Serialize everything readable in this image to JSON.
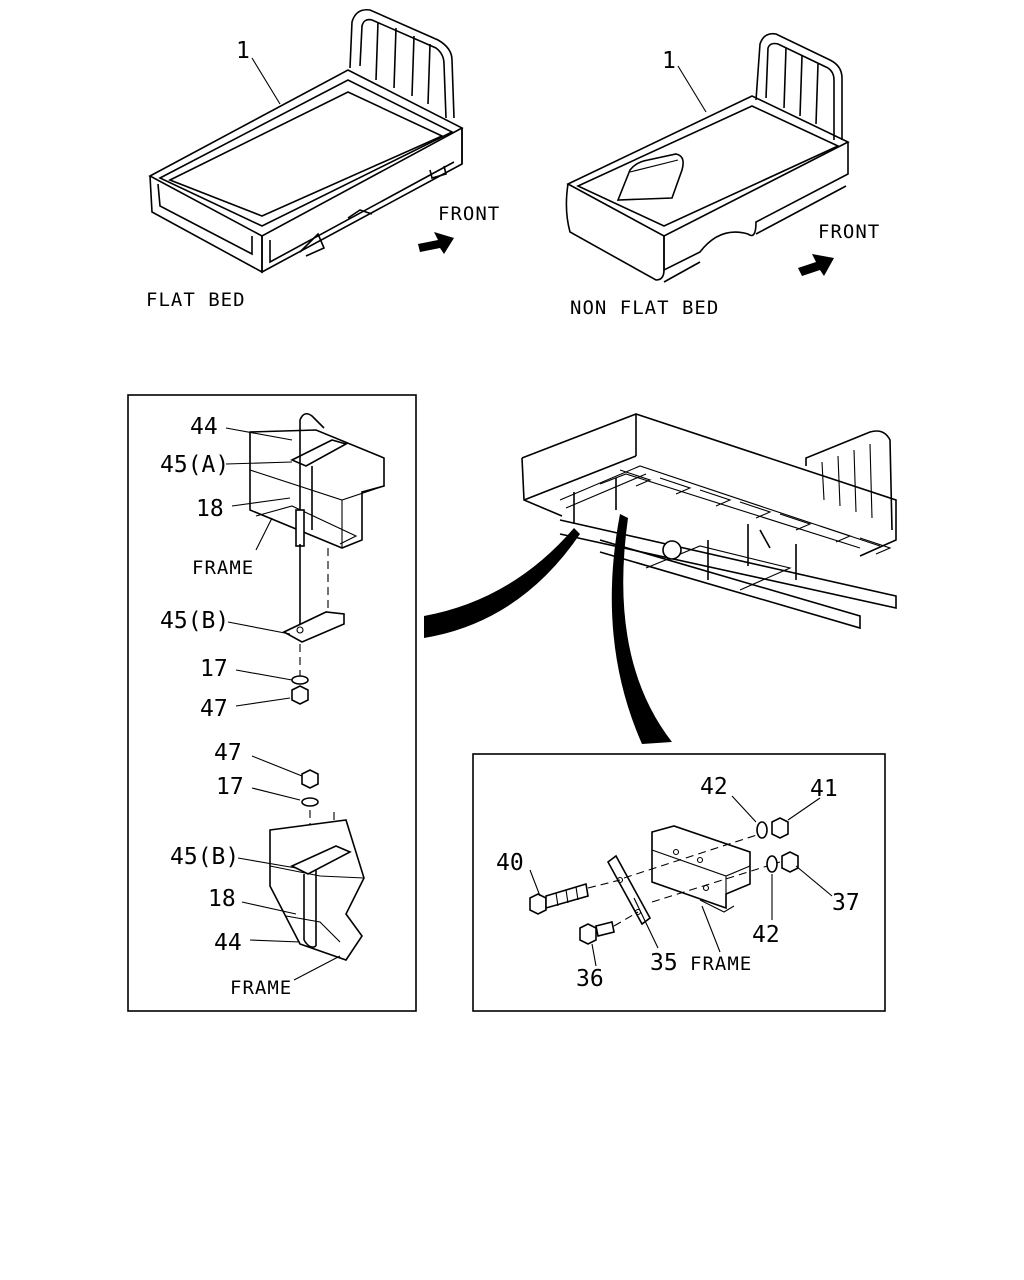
{
  "overview": {
    "flat_bed": {
      "caption": "FLAT BED",
      "ref": "1",
      "front": "FRONT"
    },
    "non_flat_bed": {
      "caption": "NON FLAT BED",
      "ref": "1",
      "front": "FRONT"
    }
  },
  "detail_left": {
    "labels": {
      "p44a": "44",
      "p45a": "45(A)",
      "p18a": "18",
      "frame_a": "FRAME",
      "p45b": "45(B)",
      "p17a": "17",
      "p47a": "47",
      "p47b": "47",
      "p17b": "17",
      "p45b2": "45(B)",
      "p18b": "18",
      "p44b": "44",
      "frame_b": "FRAME"
    }
  },
  "detail_right": {
    "labels": {
      "p42a": "42",
      "p41": "41",
      "p40": "40",
      "p37": "37",
      "p42b": "42",
      "p35": "35",
      "frame": "FRAME",
      "p36": "36"
    }
  },
  "icons": [
    "front-arrow-icon",
    "callout-pointer-icon"
  ]
}
